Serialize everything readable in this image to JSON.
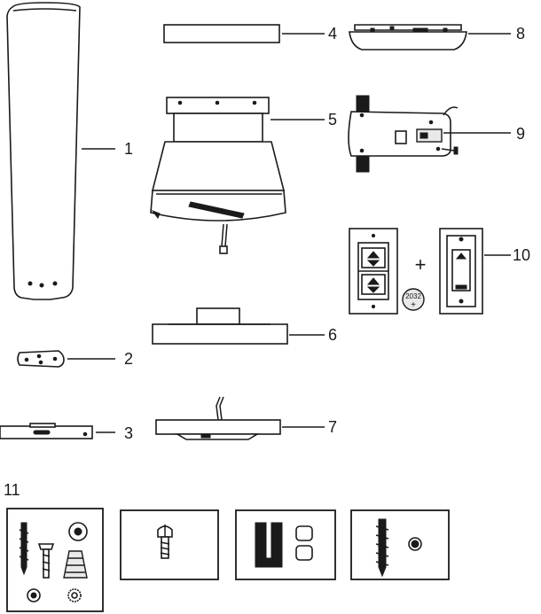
{
  "parts": [
    {
      "id": "blade",
      "number": "1"
    },
    {
      "id": "blade-bracket",
      "number": "2"
    },
    {
      "id": "mounting-plate",
      "number": "3"
    },
    {
      "id": "canopy-ring",
      "number": "4"
    },
    {
      "id": "motor-housing",
      "number": "5"
    },
    {
      "id": "switch-cup",
      "number": "6"
    },
    {
      "id": "light-pan",
      "number": "7"
    },
    {
      "id": "ceiling-canopy",
      "number": "8"
    },
    {
      "id": "receiver",
      "number": "9"
    },
    {
      "id": "wall-control",
      "number": "10"
    },
    {
      "id": "hardware-bags",
      "number": "11"
    }
  ],
  "battery_label": "2032",
  "plus_sign": "+",
  "colors": {
    "line": "#1a1a1a",
    "fill": "#ffffff",
    "shade": "#e9e9e9"
  }
}
